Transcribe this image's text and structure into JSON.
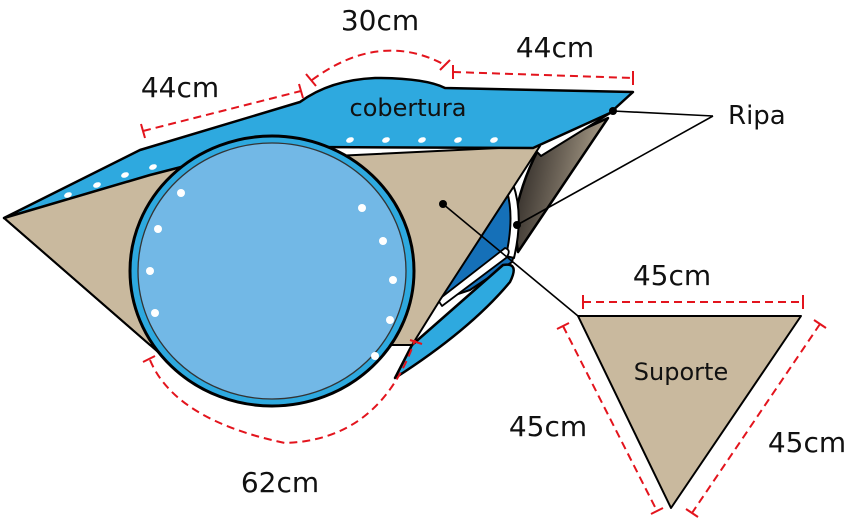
{
  "title": "Diagrama de suporte com cobertura e ripa",
  "colors": {
    "cover_blue": "#2ea9df",
    "dark_blue": "#1570b8",
    "circle_fill": "#72b8e6",
    "support_tan": "#c9b99e",
    "dimension_red": "#e3141d",
    "outline": "#000000",
    "ripa_dark": "#2a2522",
    "ripa_light": "#a59a88"
  },
  "labels": {
    "cobertura": "cobertura",
    "ripa": "Ripa",
    "suporte": "Suporte"
  },
  "dimensions": {
    "cover_left": "44cm",
    "cover_top_arc": "30cm",
    "cover_right": "44cm",
    "circle_arc": "62cm",
    "support_top": "45cm",
    "support_left": "45cm",
    "support_right": "45cm"
  }
}
